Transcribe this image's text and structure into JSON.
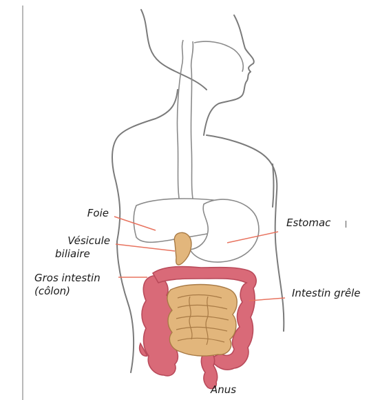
{
  "labels": {
    "foie": "Foie",
    "vesicule_line1": "Vésicule",
    "vesicule_line2": "biliaire",
    "gros_intestin_line1": "Gros intestin",
    "gros_intestin_line2": "(côlon)",
    "estomac": "Estomac",
    "intestin_grele": "Intestin grêle",
    "anus": "Anus"
  },
  "colors": {
    "outline": "#7a7a7a",
    "leader": "#e8735f",
    "colon": "#d96a78",
    "colon_edge": "#b94a5a",
    "small_intestine": "#e2b67c",
    "small_intestine_edge": "#a87a45"
  }
}
